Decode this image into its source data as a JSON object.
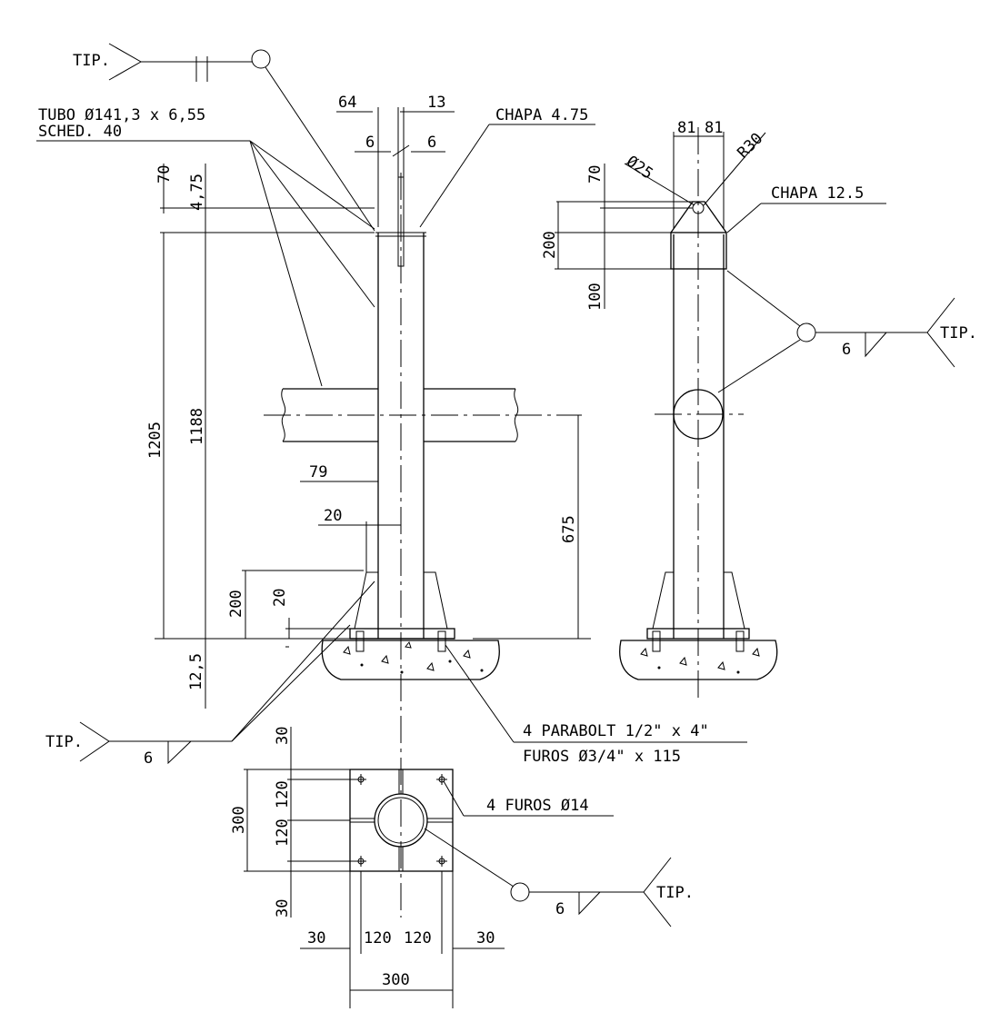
{
  "labels": {
    "tip_top": "TIP.",
    "tube_line1": "TUBO Ø141,3 x 6,55",
    "tube_line2": "SCHED. 40",
    "chapa_475": "CHAPA 4.75",
    "chapa_125": "CHAPA 12.5",
    "tip_right": "TIP.",
    "tip_left": "TIP.",
    "tip_bottom": "TIP.",
    "weld_right": "6",
    "weld_left": "6",
    "weld_bottom": "6",
    "parabolt_line1": "4 PARABOLT 1/2\" x 4\"",
    "parabolt_line2": "FUROS Ø3/4\" x 115",
    "furos": "4 FUROS Ø14"
  },
  "dims": {
    "d64": "64",
    "d13": "13",
    "d6a": "6",
    "d6b": "6",
    "d70": "70",
    "d475": "4,75",
    "d1205": "1205",
    "d1188": "1188",
    "d79": "79",
    "d20h": "20",
    "d200": "200",
    "d20v": "20",
    "d125": "12,5",
    "d675": "675",
    "side_81a": "81",
    "side_81b": "81",
    "side_r30": "R30",
    "side_d25": "Ø25",
    "side_70": "70",
    "side_200": "200",
    "side_100": "100",
    "base_30t": "30",
    "base_120a": "120",
    "base_120b": "120",
    "base_300v": "300",
    "base_30b": "30",
    "base_30l": "30",
    "base_120l": "120",
    "base_120r": "120",
    "base_30r": "30",
    "base_300h": "300"
  }
}
